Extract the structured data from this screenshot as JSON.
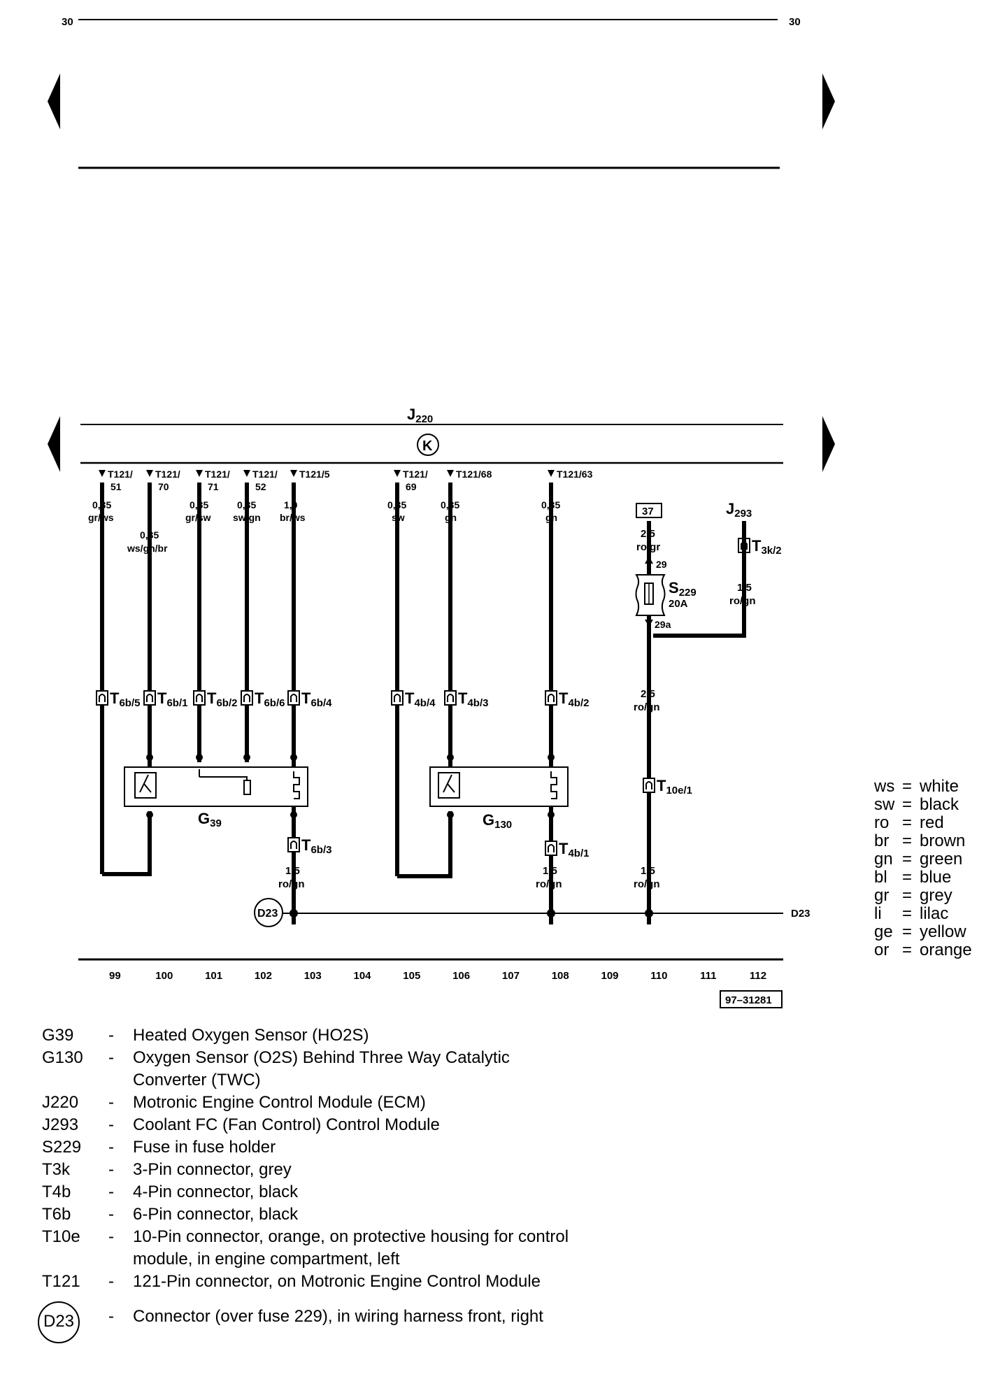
{
  "page": {
    "number_left": "30",
    "number_right": "30"
  },
  "ecm": {
    "id": "J",
    "sub": "220",
    "symbol": "K"
  },
  "ground": {
    "circle": "D23",
    "right": "D23"
  },
  "figure_id": "97–31281",
  "tracks": [
    "99",
    "100",
    "101",
    "102",
    "103",
    "104",
    "105",
    "106",
    "107",
    "108",
    "109",
    "110",
    "111",
    "112"
  ],
  "pins": [
    {
      "name": "T121/\n51",
      "gauge": "0,35",
      "color": "gr/ws"
    },
    {
      "name": "T121/\n70",
      "gauge": "0,35",
      "color": "ws/gn/br"
    },
    {
      "name": "T121/\n71",
      "gauge": "0,35",
      "color": "gr/sw"
    },
    {
      "name": "T121/\n52",
      "gauge": "0,35",
      "color": "sw/gn"
    },
    {
      "name": "T121/5",
      "gauge": "1,0",
      "color": "br/ws"
    },
    {
      "name": "T121/\n69",
      "gauge": "0,35",
      "color": "sw"
    },
    {
      "name": "T121/68",
      "gauge": "0,35",
      "color": "gn"
    },
    {
      "name": "T121/63",
      "gauge": "0,35",
      "color": "gn"
    }
  ],
  "connectors": [
    "T6b/5",
    "T6b/1",
    "T6b/2",
    "T6b/6",
    "T6b/4",
    "T4b/4",
    "T4b/3",
    "T4b/2",
    "T6b/3",
    "T4b/1",
    "T10e/1",
    "T3k/2"
  ],
  "components": {
    "g39": {
      "id": "G",
      "sub": "39"
    },
    "g130": {
      "id": "G",
      "sub": "130"
    },
    "s229": {
      "id": "S",
      "sub": "229",
      "rating": "20A",
      "pin_in": "29",
      "pin_out": "29a"
    },
    "j293": {
      "id": "J",
      "sub": "293"
    },
    "ref_37": "37"
  },
  "wire_labels": {
    "fuse_in": {
      "gauge": "2,5",
      "color": "ro/gr"
    },
    "j293_out": {
      "gauge": "1,5",
      "color": "ro/gn"
    },
    "fuse_out": {
      "gauge": "2,5",
      "color": "ro/gn"
    },
    "g39_gnd": {
      "gauge": "1,5",
      "color": "ro/gn"
    },
    "g130_gnd": {
      "gauge": "1,5",
      "color": "ro/gn"
    },
    "t10_gnd": {
      "gauge": "1,5",
      "color": "ro/gn"
    }
  },
  "color_key": [
    {
      "abbr": "ws",
      "name": "white"
    },
    {
      "abbr": "sw",
      "name": "black"
    },
    {
      "abbr": "ro",
      "name": "red"
    },
    {
      "abbr": "br",
      "name": "brown"
    },
    {
      "abbr": "gn",
      "name": "green"
    },
    {
      "abbr": "bl",
      "name": "blue"
    },
    {
      "abbr": "gr",
      "name": "grey"
    },
    {
      "abbr": "li",
      "name": "lilac"
    },
    {
      "abbr": "ge",
      "name": "yellow"
    },
    {
      "abbr": "or",
      "name": "orange"
    }
  ],
  "legend": [
    {
      "code": "G39",
      "desc": "Heated Oxygen Sensor (HO2S)"
    },
    {
      "code": "G130",
      "desc": "Oxygen Sensor (O2S) Behind Three Way Catalytic Converter (TWC)"
    },
    {
      "code": "J220",
      "desc": "Motronic Engine Control Module (ECM)"
    },
    {
      "code": "J293",
      "desc": "Coolant FC (Fan Control) Control Module"
    },
    {
      "code": "S229",
      "desc": "Fuse in fuse holder"
    },
    {
      "code": "T3k",
      "desc": "3-Pin connector, grey"
    },
    {
      "code": "T4b",
      "desc": "4-Pin connector, black"
    },
    {
      "code": "T6b",
      "desc": "6-Pin connector, black"
    },
    {
      "code": "T10e",
      "desc": "10-Pin connector, orange, on protective housing for control module, in engine compartment, left"
    },
    {
      "code": "T121",
      "desc": "121-Pin connector, on Motronic Engine Control Module"
    }
  ],
  "legend_d23": {
    "code": "D23",
    "desc": "Connector (over fuse 229), in wiring harness front, right"
  }
}
